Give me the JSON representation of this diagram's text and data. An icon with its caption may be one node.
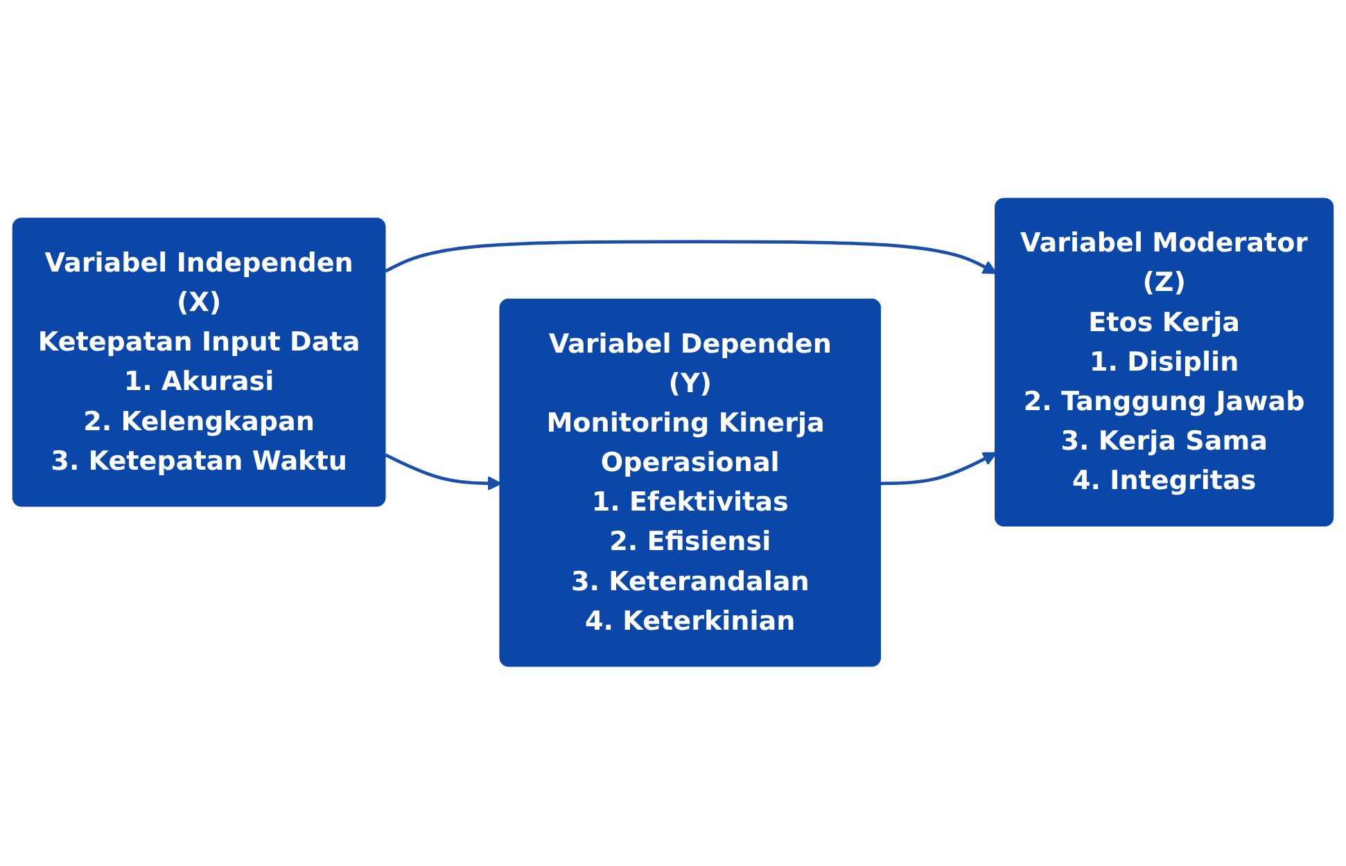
{
  "diagram": {
    "nodes": [
      {
        "text": [
          "Variabel Independen",
          "(X)",
          "Ketepatan Input Data",
          "1. Akurasi",
          "2. Kelengkapan",
          "3. Ketepatan Waktu"
        ]
      },
      {
        "text": [
          "Variabel Dependen",
          "(Y)",
          "Monitoring Kinerja Operasional",
          "1. Efektivitas",
          "2. Efisiensi",
          "3. Keterandalan",
          "4. Keterkinian"
        ]
      },
      {
        "text": [
          "Variabel Moderator",
          "(Z)",
          "Etos Kerja",
          "1. Disiplin",
          "2. Tanggung Jawab",
          "3. Kerja Sama",
          "4. Integritas"
        ]
      }
    ],
    "edges": [
      {
        "from": 0,
        "to": 1,
        "arrow": "to"
      },
      {
        "from": 0,
        "to": 2,
        "arrow": "to"
      },
      {
        "from": 1,
        "to": 2,
        "arrow": "to"
      }
    ]
  }
}
